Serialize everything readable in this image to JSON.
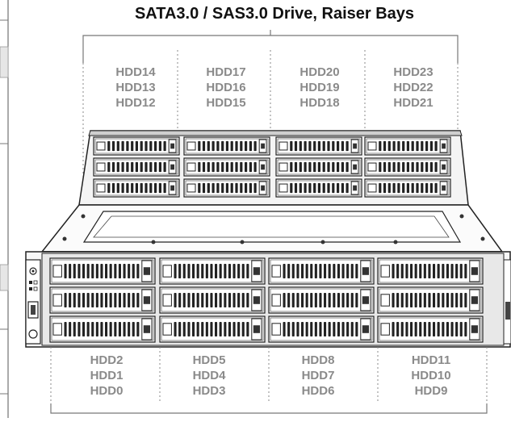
{
  "title": "SATA3.0 / SAS3.0 Drive, Raiser Bays",
  "top_bays": [
    [
      "HDD14",
      "HDD13",
      "HDD12"
    ],
    [
      "HDD17",
      "HDD16",
      "HDD15"
    ],
    [
      "HDD20",
      "HDD19",
      "HDD18"
    ],
    [
      "HDD23",
      "HDD22",
      "HDD21"
    ]
  ],
  "bottom_bays": [
    [
      "HDD2",
      "HDD1",
      "HDD0"
    ],
    [
      "HDD5",
      "HDD4",
      "HDD3"
    ],
    [
      "HDD8",
      "HDD7",
      "HDD6"
    ],
    [
      "HDD11",
      "HDD10",
      "HDD9"
    ]
  ],
  "colors": {
    "label": "#8a8a8a",
    "title": "#111111",
    "line": "#222222",
    "bracket": "#777777"
  }
}
